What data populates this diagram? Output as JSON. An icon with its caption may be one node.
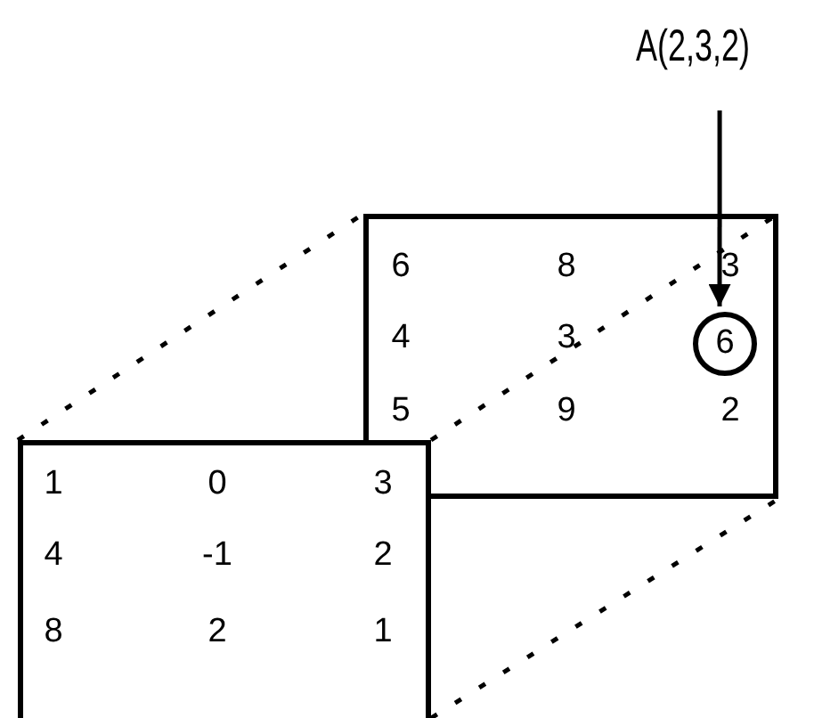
{
  "diagram": {
    "nodes": [
      {
        "text": [],
        "shape": "box"
      },
      {
        "text": [],
        "shape": "box"
      },
      {
        "text": [
          "A(2,3,2)"
        ]
      },
      {
        "text": [
          "6"
        ],
        "in": 0
      }
    ],
    "edges": [
      {
        "from": 1,
        "to": 0,
        "arrow": "none",
        "style": "dashed"
      },
      {
        "from": 1,
        "to": 0,
        "arrow": "none",
        "style": "dashed"
      },
      {
        "from": 1,
        "to": 0,
        "arrow": "none",
        "style": "dashed"
      },
      {
        "from": 2,
        "to": 3,
        "arrow": "to"
      }
    ],
    "labels": [
      "6",
      "8",
      "3",
      "4",
      "3",
      "5",
      "9",
      "2",
      "1",
      "0",
      "3",
      "4",
      "-1",
      "2",
      "8",
      "2",
      "1"
    ]
  }
}
